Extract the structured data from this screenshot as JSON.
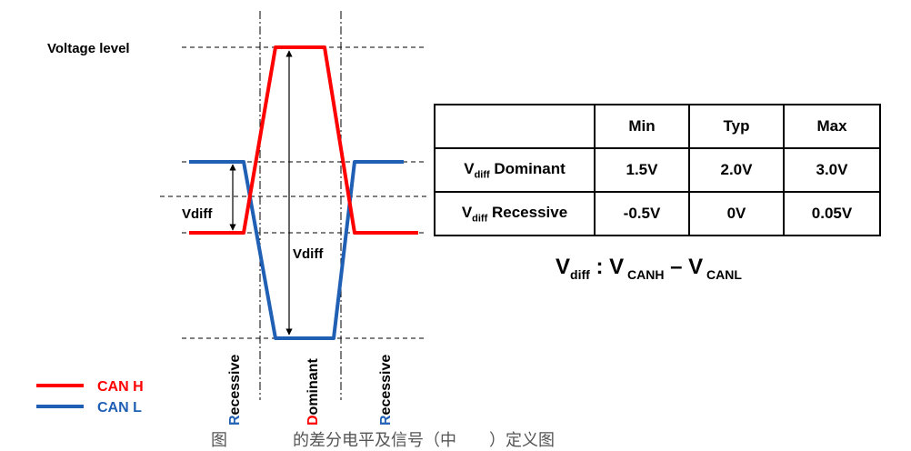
{
  "diagram": {
    "voltage_level_label": "Voltage level",
    "vdiff_left_label": "Vdiff",
    "vdiff_center_label": "Vdiff",
    "phase_left": {
      "first": "R",
      "rest": "ecessive"
    },
    "phase_center": {
      "first": "D",
      "rest": "ominant"
    },
    "phase_right": {
      "first": "R",
      "rest": "ecessive"
    },
    "legend": [
      {
        "label": "CAN H",
        "color": "#ff0000"
      },
      {
        "label": "CAN L",
        "color": "#1f5fb4"
      }
    ],
    "colors": {
      "can_h": "#ff0000",
      "can_l": "#1f5fb4",
      "phase_recessive": "#1f5fb4",
      "phase_dominant": "#ff0000"
    }
  },
  "table": {
    "headers": [
      "",
      "Min",
      "Typ",
      "Max"
    ],
    "rows": [
      {
        "name_main": "V",
        "name_sub": "diff",
        "name_rest": " Dominant",
        "cells": [
          "1.5V",
          "2.0V",
          "3.0V"
        ]
      },
      {
        "name_main": "V",
        "name_sub": "diff",
        "name_rest": " Recessive",
        "cells": [
          "-0.5V",
          "0V",
          "0.05V"
        ]
      }
    ]
  },
  "formula": {
    "v": "V",
    "sub": "diff",
    "colon": " : ",
    "v_canh": "V",
    "sub_canh": " CANH",
    "minus": " – ",
    "v_canl": "V",
    "sub_canl": " CANL"
  },
  "caption": "图　　　　的差分电平及信号（中　　）定义图"
}
